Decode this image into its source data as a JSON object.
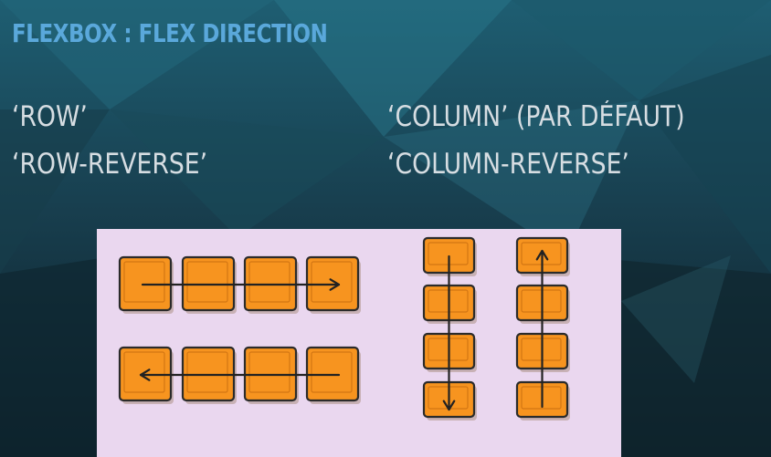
{
  "slide": {
    "title": "FLEXBOX : FLEX DIRECTION",
    "items": [
      {
        "id": "row",
        "label": "‘ROW’"
      },
      {
        "id": "row-reverse",
        "label": "‘ROW-REVERSE’"
      },
      {
        "id": "column",
        "label": "‘COLUMN’ (PAR DÉFAUT)"
      },
      {
        "id": "column-reverse",
        "label": "‘COLUMN-REVERSE’"
      }
    ]
  },
  "diagram": {
    "groups": [
      {
        "name": "row",
        "box_count": 4,
        "arrow": "right"
      },
      {
        "name": "row-reverse",
        "box_count": 4,
        "arrow": "left"
      },
      {
        "name": "column",
        "box_count": 4,
        "arrow": "down"
      },
      {
        "name": "column-reverse",
        "box_count": 4,
        "arrow": "up"
      }
    ],
    "colors": {
      "panel": "#ead7ef",
      "box_fill": "#f7941f",
      "box_border": "#2b2b2b",
      "title": "#5aa8db",
      "text": "#d6dde2"
    }
  }
}
